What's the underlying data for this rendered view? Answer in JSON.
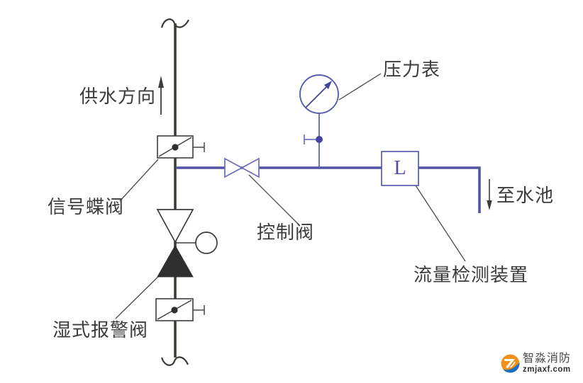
{
  "diagram": {
    "labels": {
      "flow_direction": "供水方向",
      "signal_butterfly_valve": "信号蝶阀",
      "control_valve": "控制阀",
      "pressure_gauge": "压力表",
      "flow_detector": "流量检测装置",
      "to_pool": "至水池",
      "wet_alarm_valve": "湿式报警阀",
      "flow_detector_letter": "L"
    },
    "colors": {
      "main_pipe": "#3a3d36",
      "branch_pipe": "#5254a6",
      "branch_outline": "#6b6db8",
      "symbol_dark": "#2f2f2f",
      "label_text": "#3c3c3c",
      "leader_line": "#4a4a4a"
    }
  },
  "watermark": {
    "brand": "智淼消防",
    "domain": "zmjaxf.com",
    "colors": {
      "orange": "#f39019",
      "blue": "#1d70bd"
    }
  }
}
